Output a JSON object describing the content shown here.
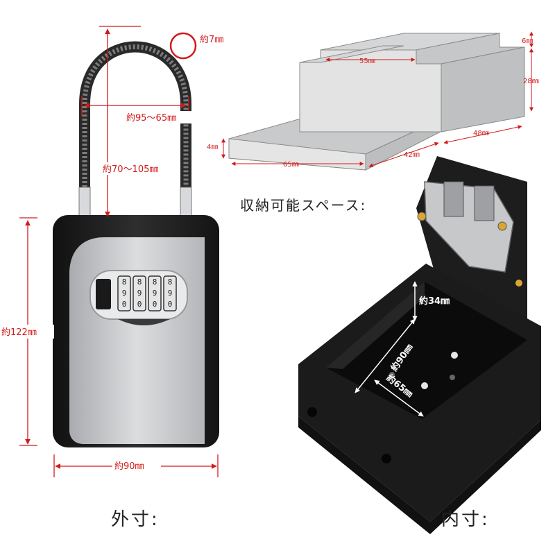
{
  "labels": {
    "shackle_thickness": "約7㎜",
    "shackle_width": "約95～65㎜",
    "shackle_height": "約70～105㎜",
    "body_height": "約122㎜",
    "body_width": "約90㎜",
    "outer_caption": "外寸:",
    "inner_caption": "内寸:",
    "storage_space_title": "収納可能スペース:",
    "inner_depth": "約34㎜",
    "inner_height": "約90㎜",
    "inner_width": "約65㎜"
  },
  "storage_diagram": {
    "top_width": "55㎜",
    "top_height": "6㎜",
    "right_height": "28㎜",
    "depth_back": "48㎜",
    "depth_front": "42㎜",
    "step_height": "4㎜",
    "base_width": "65㎜"
  },
  "colors": {
    "dimension_red": "#d21a1a",
    "lockbox_black": "#1c1c1c",
    "lockbox_silver": "#c9cacc",
    "diagram_fill": "#cfd0d1"
  }
}
